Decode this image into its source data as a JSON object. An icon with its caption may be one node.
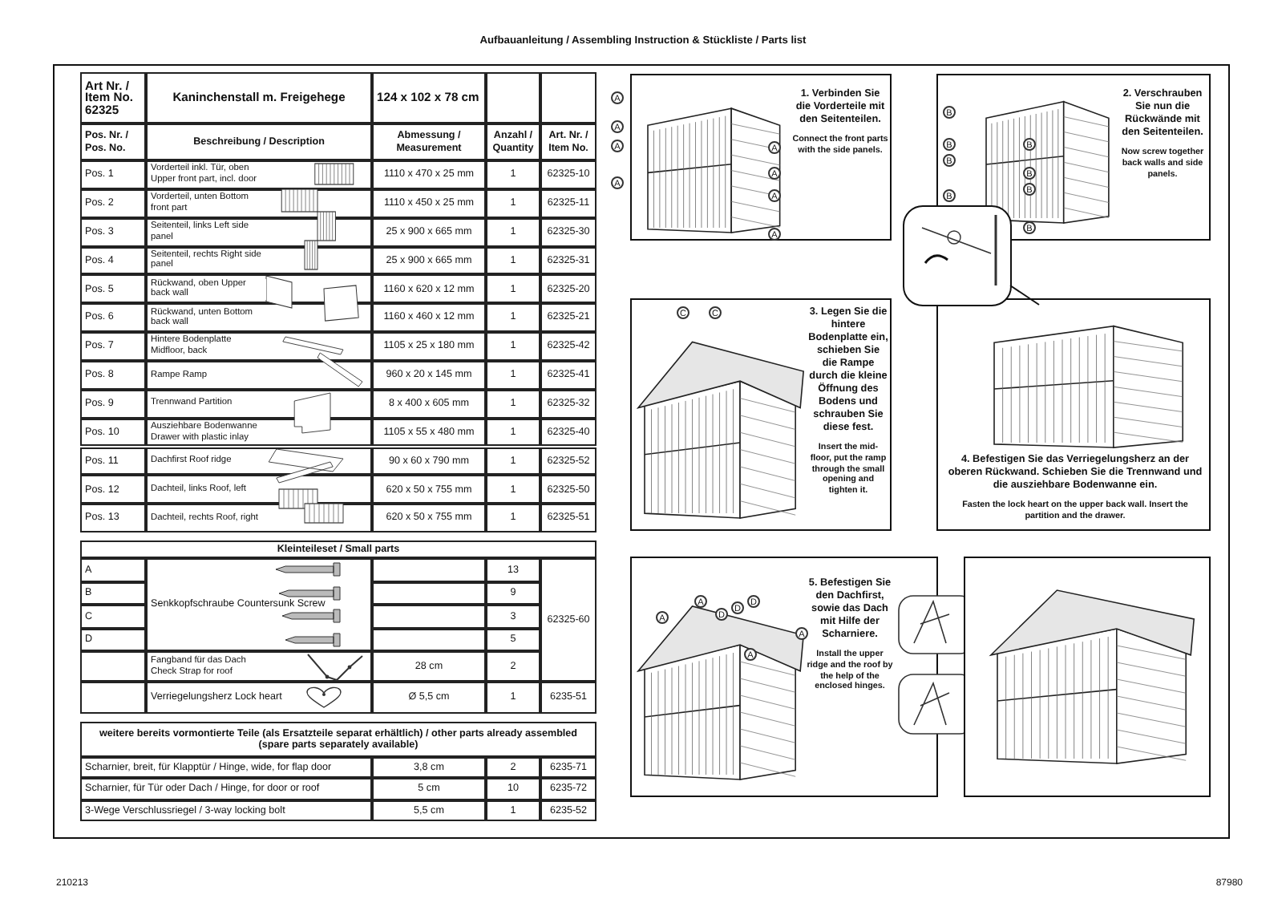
{
  "diagram": {
    "title": "Aufbauanleitung / Assembling Instruction & Stückliste / Parts list",
    "nodes": [
      {
        "text": [
          "1. Verbinden Sie die Vorderteile mit den Seitenteilen.",
          "Connect the front parts with the side panels."
        ]
      },
      {
        "text": [
          "2. Verschrauben Sie nun die Rückwände mit den Seitenteilen.",
          "Now screw together back walls and side panels."
        ]
      },
      {
        "text": [
          "3. Legen Sie die hintere Bodenplatte ein, schieben Sie die Rampe durch die kleine Öffnung des Bodens und schrauben Sie diese fest.",
          "Insert the mid-floor, put the ramp through the small opening and tighten it."
        ]
      },
      {
        "text": [
          "4. Befestigen Sie das Verriegelungsherz an der oberen Rückwand. Schieben Sie die Trennwand und die ausziehbare Bodenwanne ein.",
          "Fasten the lock heart on the upper back wall. Insert the partition and the drawer."
        ]
      },
      {
        "text": [
          "5. Befestigen Sie den Dachfirst, sowie das Dach mit Hilfe der Scharniere.",
          "Install the upper ridge and the roof by the help of the enclosed hinges."
        ]
      },
      {
        "text": [],
        "shape": "box"
      }
    ],
    "labels": [
      "Art Nr. / Item No. 62325",
      "Kaninchenstall m. Freigehege",
      "124 x 102 x 78 cm",
      "Pos. Nr. / Pos. No.",
      "Beschreibung / Description",
      "Abmessung / Measurement",
      "Anzahl / Quantity",
      "Art. Nr. / Item No.",
      "Pos. 1",
      "Vorderteil inkl. Tür, oben Upper front part, incl. door",
      "1110 x 470 x 25 mm",
      "1",
      "62325-10",
      "Pos. 2",
      "Vorderteil, unten Bottom front part",
      "1110 x 450 x 25 mm",
      "1",
      "62325-11",
      "Pos. 3",
      "Seitenteil, links Left side panel",
      "25 x 900 x 665 mm",
      "1",
      "62325-30",
      "Pos. 4",
      "Seitenteil, rechts Right side panel",
      "25 x 900 x 665 mm",
      "1",
      "62325-31",
      "Pos. 5",
      "Rückwand, oben Upper back wall",
      "1160 x 620 x 12 mm",
      "1",
      "62325-20",
      "Pos. 6",
      "Rückwand, unten Bottom back wall",
      "1160 x 460 x 12 mm",
      "1",
      "62325-21",
      "Pos. 7",
      "Hintere Bodenplatte Midfloor, back",
      "1105 x 25 x 180 mm",
      "1",
      "62325-42",
      "Pos. 8",
      "Rampe Ramp",
      "960 x 20 x 145 mm",
      "1",
      "62325-41",
      "Pos. 9",
      "Trennwand Partition",
      "8 x 400 x 605 mm",
      "1",
      "62325-32",
      "Pos. 10",
      "Ausziehbare Bodenwanne Drawer with plastic inlay",
      "1105 x 55 x 480 mm",
      "1",
      "62325-40",
      "Pos. 11",
      "Dachfirst Roof ridge",
      "90 x 60 x 790 mm",
      "1",
      "62325-52",
      "Pos. 12",
      "Dachteil, links Roof, left",
      "620 x 50 x 755 mm",
      "1",
      "62325-50",
      "Pos. 13",
      "Dachteil, rechts Roof, right",
      "620 x 50 x 755 mm",
      "1",
      "62325-51",
      "Kleinteileset / Small parts",
      "A",
      "Senkkopfschraube Countersunk Screw",
      "13",
      "62325-60",
      "B",
      "9",
      "C",
      "3",
      "D",
      "5",
      "Fangband für das Dach Check Strap for roof",
      "28 cm",
      "2",
      "Verriegelungsherz Lock heart",
      "Ø 5,5 cm",
      "1",
      "6235-51",
      "weitere bereits vormontierte Teile (als Ersatzteile separat erhältlich) / other parts already assembled (spare parts separately available)",
      "Scharnier, breit, für Klapptür / Hinge, wide, for flap door",
      "3,8 cm",
      "2",
      "6235-71",
      "Scharnier, für Tür oder Dach / Hinge, for door or roof",
      "5 cm",
      "10",
      "6235-72",
      "3-Wege Verschlussriegel / 3-way locking bolt",
      "5,5 cm",
      "1",
      "6235-52",
      "A",
      "A",
      "A",
      "A",
      "A",
      "A",
      "A",
      "A",
      "B",
      "B",
      "B",
      "B",
      "B",
      "B",
      "B",
      "B",
      "C",
      "C",
      "A",
      "A",
      "D",
      "D",
      "D",
      "A",
      "A",
      "210213",
      "87980"
    ]
  }
}
